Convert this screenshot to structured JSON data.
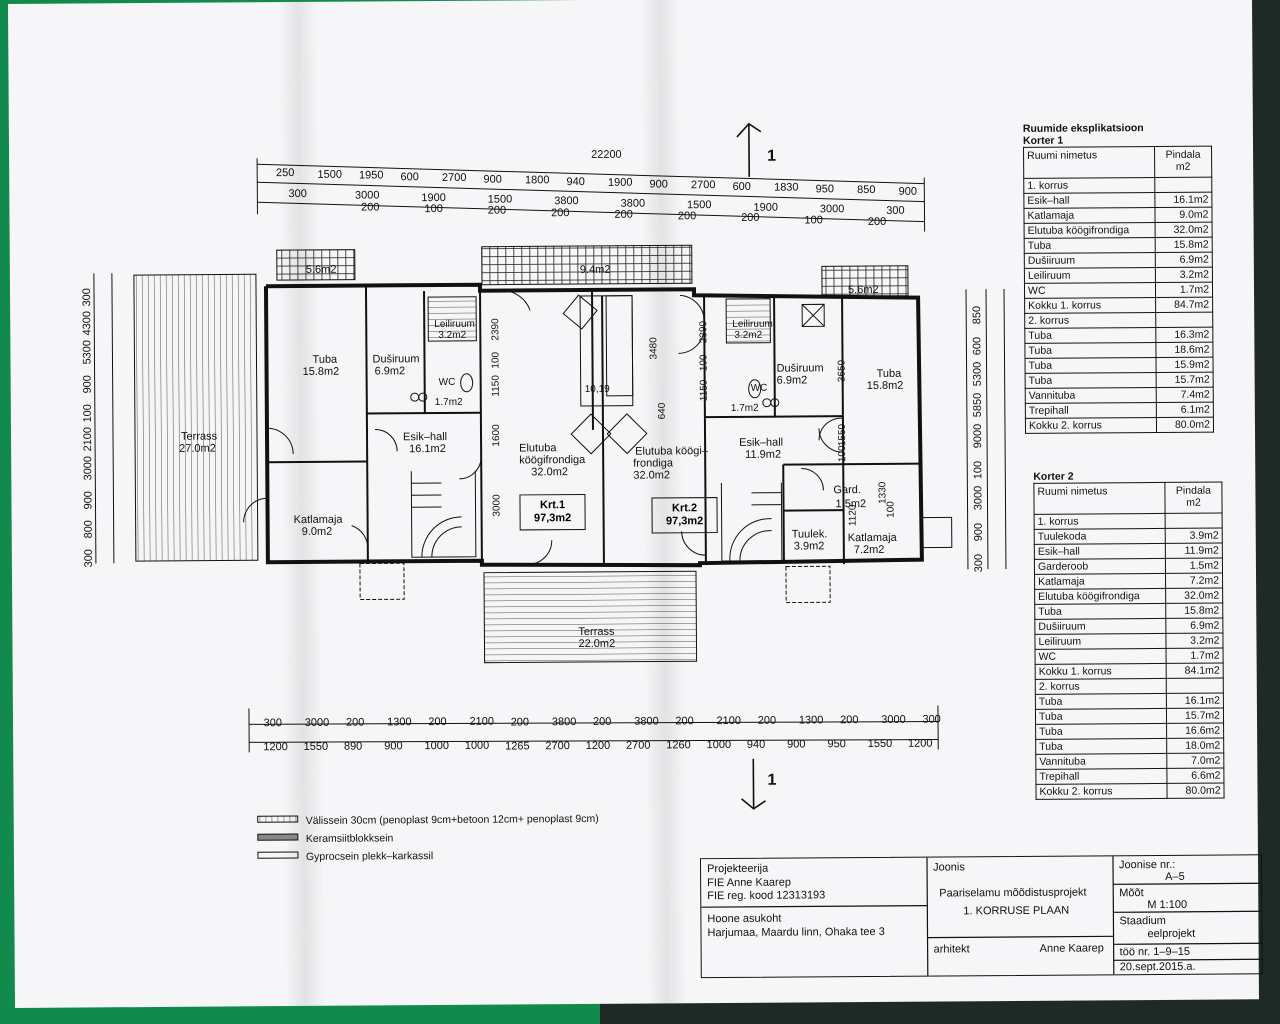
{
  "top_dims": {
    "total": "22200",
    "row1": [
      "250",
      "1500",
      "1950",
      "600",
      "2700",
      "900",
      "1800",
      "940",
      "1900",
      "900",
      "2700",
      "600",
      "1830",
      "950",
      "850",
      "900"
    ],
    "row2": [
      "300",
      "3000",
      "1900",
      "1500",
      "3800",
      "3800",
      "1500",
      "1900",
      "3000",
      "300"
    ],
    "row2_small": [
      "200",
      "100",
      "200",
      "200",
      "200",
      "200",
      "200",
      "100",
      "200"
    ]
  },
  "bottom_dims": {
    "row1": [
      "300",
      "3000",
      "200",
      "1300",
      "200",
      "2100",
      "200",
      "3800",
      "200",
      "3800",
      "200",
      "2100",
      "200",
      "1300",
      "200",
      "3000",
      "300"
    ],
    "row2": [
      "1200",
      "1550",
      "890",
      "900",
      "1000",
      "1000",
      "1265",
      "2700",
      "1200",
      "2700",
      "1260",
      "1000",
      "940",
      "900",
      "950",
      "1550",
      "1200"
    ]
  },
  "left_dims": [
    "300",
    "4300",
    "5300",
    "900",
    "100",
    "2100",
    "3000",
    "900",
    "800",
    "300"
  ],
  "right_dims": [
    "850",
    "600",
    "5300",
    "5850",
    "9000",
    "100",
    "3000",
    "900",
    "300"
  ],
  "inner_dims": [
    "2390",
    "100",
    "1150",
    "1600",
    "3000",
    "3480",
    "2390",
    "100",
    "1150",
    "3650",
    "1550",
    "100",
    "1330",
    "100",
    "1120",
    "640"
  ],
  "section_marker": "1",
  "rooms": {
    "terrass_left": {
      "name": "Terrass",
      "area": "27.0m2"
    },
    "terrass_bottom": {
      "name": "Terrass",
      "area": "22.0m2"
    },
    "balc1": "5.6m2",
    "balc2": "9.4m2",
    "balc3": "5.6m2",
    "tuba1": {
      "name": "Tuba",
      "area": "15.8m2"
    },
    "dusiruum1": {
      "name": "Duširuum",
      "area": "6.9m2"
    },
    "leiliruum1": {
      "name": "Leiliruum",
      "area": "3.2m2"
    },
    "wc1": {
      "name": "WC",
      "area": "1.7m2"
    },
    "esik1": {
      "name": "Esik–hall",
      "area": "16.1m2"
    },
    "katlamaja1": {
      "name": "Katlamaja",
      "area": "9.0m2"
    },
    "elutuba1": {
      "l1": "Elutuba",
      "l2": "köögifrondiga",
      "area": "32.0m2"
    },
    "elutuba2": {
      "l1": "Elutuba köögi–",
      "l2": "frondiga",
      "area": "32.0m2"
    },
    "krt1": {
      "name": "Krt.1",
      "area": "97,3m2"
    },
    "krt2": {
      "name": "Krt.2",
      "area": "97,3m2"
    },
    "leiliruum2": {
      "name": "Leiliruum",
      "area": "3.2m2"
    },
    "wc2": {
      "name": "WC",
      "area": "1.7m2"
    },
    "dusiruum2": {
      "name": "Duširuum",
      "area": "6.9m2"
    },
    "tuba2": {
      "name": "Tuba",
      "area": "15.8m2"
    },
    "esik2": {
      "name": "Esik–hall",
      "area": "11.9m2"
    },
    "gard": {
      "name": "Gard.",
      "area": "1.5m2"
    },
    "tuulek": {
      "name": "Tuulek.",
      "area": "3.9m2"
    },
    "katlamaja2": {
      "name": "Katlamaja",
      "area": "7.2m2"
    },
    "fr": "10,19"
  },
  "legend": [
    "Välissein 30cm (penoplast 9cm+betoon 12cm+ penoplast 9cm)",
    "Keramsiitblokksein",
    "Gyprocsein plekk–karkassil"
  ],
  "explikatsioon": {
    "title": "Ruumide eksplikatsioon",
    "korter1": {
      "title": "Korter 1",
      "col_name": "Ruumi nimetus",
      "col_area_1": "Pindala",
      "col_area_2": "m2",
      "rows": [
        [
          "1. korrus",
          ""
        ],
        [
          "Esik–hall",
          "16.1m2"
        ],
        [
          "Katlamaja",
          "9.0m2"
        ],
        [
          "Elutuba köögifrondiga",
          "32.0m2"
        ],
        [
          "Tuba",
          "15.8m2"
        ],
        [
          "Dušiiruum",
          "6.9m2"
        ],
        [
          "Leiliruum",
          "3.2m2"
        ],
        [
          "WC",
          "1.7m2"
        ],
        [
          "Kokku 1. korrus",
          "84.7m2"
        ],
        [
          "2. korrus",
          ""
        ],
        [
          "Tuba",
          "16.3m2"
        ],
        [
          "Tuba",
          "18.6m2"
        ],
        [
          "Tuba",
          "15.9m2"
        ],
        [
          "Tuba",
          "15.7m2"
        ],
        [
          "Vannituba",
          "7.4m2"
        ],
        [
          "Trepihall",
          "6.1m2"
        ],
        [
          "Kokku 2. korrus",
          "80.0m2"
        ]
      ]
    },
    "korter2": {
      "title": "Korter 2",
      "col_name": "Ruumi nimetus",
      "col_area_1": "Pindala",
      "col_area_2": "m2",
      "rows": [
        [
          "1. korrus",
          ""
        ],
        [
          "Tuulekoda",
          "3.9m2"
        ],
        [
          "Esik–hall",
          "11.9m2"
        ],
        [
          "Garderoob",
          "1.5m2"
        ],
        [
          "Katlamaja",
          "7.2m2"
        ],
        [
          "Elutuba köögifrondiga",
          "32.0m2"
        ],
        [
          "Tuba",
          "15.8m2"
        ],
        [
          "Dušiiruum",
          "6.9m2"
        ],
        [
          "Leiliruum",
          "3.2m2"
        ],
        [
          "WC",
          "1.7m2"
        ],
        [
          "Kokku 1. korrus",
          "84.1m2"
        ],
        [
          "2. korrus",
          ""
        ],
        [
          "Tuba",
          "16.1m2"
        ],
        [
          "Tuba",
          "15.7m2"
        ],
        [
          "Tuba",
          "16.6m2"
        ],
        [
          "Tuba",
          "18.0m2"
        ],
        [
          "Vannituba",
          "7.0m2"
        ],
        [
          "Trepihall",
          "6.6m2"
        ],
        [
          "Kokku 2. korrus",
          "80.0m2"
        ]
      ]
    }
  },
  "title_block": {
    "projekteerija_label": "Projekteerija",
    "projekteerija_1": "FIE Anne Kaarep",
    "projekteerija_2": "FIE reg. kood 12313193",
    "asukoht_label": "Hoone asukoht",
    "asukoht": "Harjumaa, Maardu linn, Ohaka tee 3",
    "joonis_label": "Joonis",
    "joonis_1": "Paariselamu mõõdistusprojekt",
    "joonis_2": "1. KORRUSE PLAAN",
    "arhitekt_label": "arhitekt",
    "arhitekt": "Anne Kaarep",
    "joonise_nr_label": "Joonise nr.:",
    "joonise_nr": "A–5",
    "moot_label": "Mõõt",
    "moot": "M 1:100",
    "staadium_label": "Staadium",
    "staadium": "eelprojekt",
    "too_nr": "töö nr. 1–9–15",
    "kuupaev": "20.sept.2015.a."
  }
}
